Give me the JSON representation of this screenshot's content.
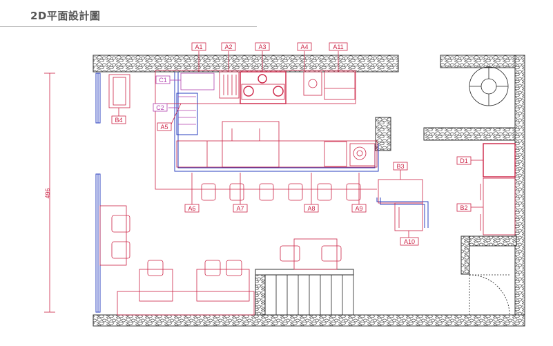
{
  "title": "2D平面設計圖",
  "dimension": "496",
  "labels": {
    "A1": "A1",
    "A2": "A2",
    "A3": "A3",
    "A4": "A4",
    "A11": "A11",
    "C1": "C1",
    "C2": "C2",
    "A5": "A5",
    "B4": "B4",
    "B3": "B3",
    "D1": "D1",
    "B2": "B2",
    "A6": "A6",
    "A7": "A7",
    "A8": "A8",
    "A9": "A9",
    "A10": "A10"
  },
  "colors": {
    "equipment": "#cc2244",
    "counter": "#2a3fbf",
    "wall": "#333333",
    "title": "#555555"
  }
}
